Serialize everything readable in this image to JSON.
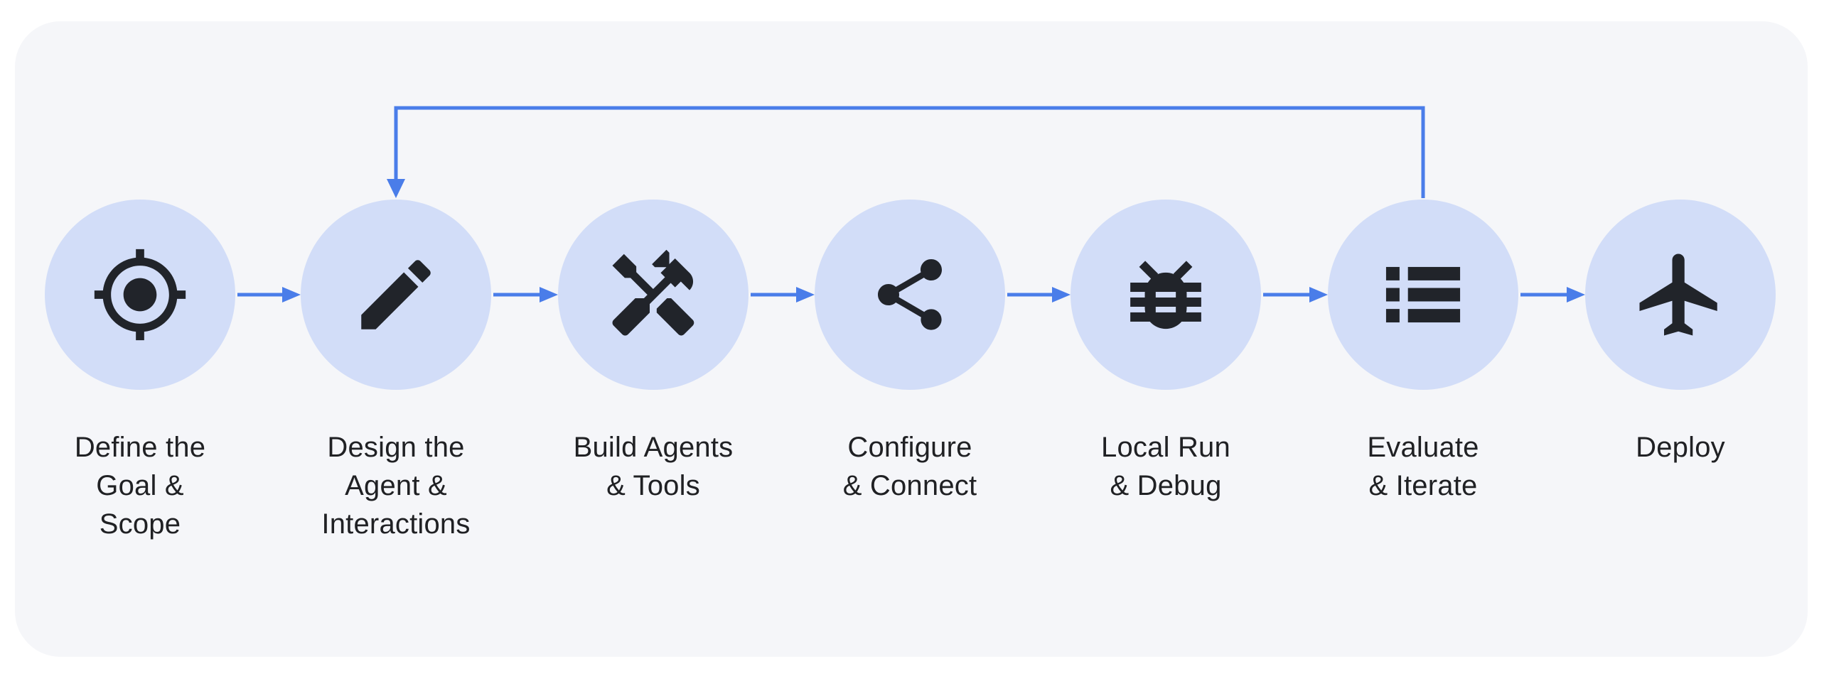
{
  "colors": {
    "page_background": "#ffffff",
    "panel_background": "#f5f6f9",
    "circle_fill": "#d2ddf8",
    "icon_color": "#21242a",
    "arrow_color": "#4a7de9",
    "label_text": "#202124"
  },
  "steps": [
    {
      "id": "define-goal-scope",
      "label": "Define the\nGoal &\nScope",
      "icon": "target-icon"
    },
    {
      "id": "design-agent-interactions",
      "label": "Design the\nAgent &\nInteractions",
      "icon": "pencil-icon"
    },
    {
      "id": "build-agents-tools",
      "label": "Build Agents\n& Tools",
      "icon": "tools-icon"
    },
    {
      "id": "configure-connect",
      "label": "Configure\n& Connect",
      "icon": "share-icon"
    },
    {
      "id": "local-run-debug",
      "label": "Local Run\n& Debug",
      "icon": "bug-icon"
    },
    {
      "id": "evaluate-iterate",
      "label": "Evaluate\n& Iterate",
      "icon": "list-icon"
    },
    {
      "id": "deploy",
      "label": "Deploy",
      "icon": "airplane-icon"
    }
  ],
  "connectors": {
    "forward": [
      {
        "from": "define-goal-scope",
        "to": "design-agent-interactions"
      },
      {
        "from": "design-agent-interactions",
        "to": "build-agents-tools"
      },
      {
        "from": "build-agents-tools",
        "to": "configure-connect"
      },
      {
        "from": "configure-connect",
        "to": "local-run-debug"
      },
      {
        "from": "local-run-debug",
        "to": "evaluate-iterate"
      },
      {
        "from": "evaluate-iterate",
        "to": "deploy"
      }
    ],
    "feedback": {
      "from": "evaluate-iterate",
      "to": "design-agent-interactions"
    }
  }
}
